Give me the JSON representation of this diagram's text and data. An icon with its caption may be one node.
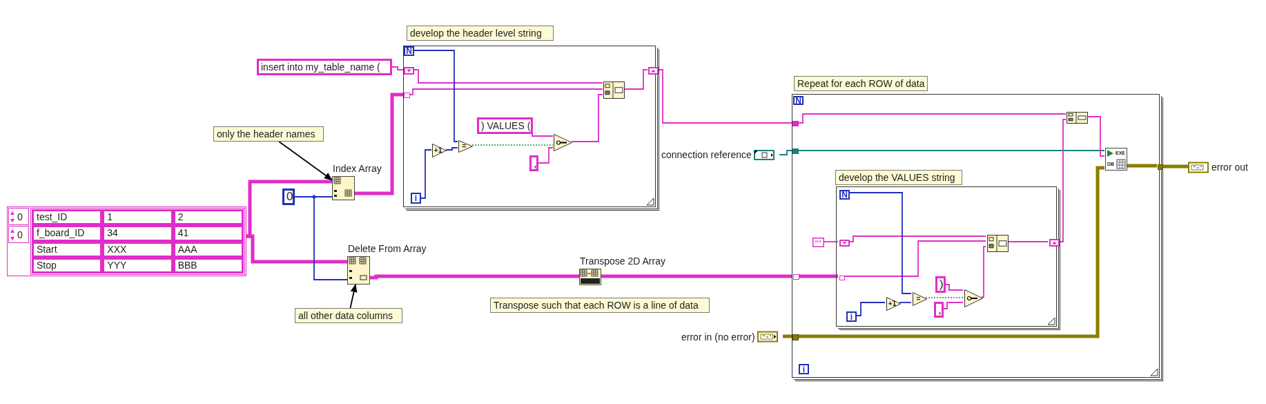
{
  "diagram": {
    "nodes": [
      {
        "text": [
          "0",
          "0",
          "test_ID",
          "1",
          "2",
          "f_board_ID",
          "34",
          "41",
          "Start",
          "XXX",
          "AAA",
          "Stop",
          "YYY",
          "BBB"
        ]
      },
      {
        "text": [
          "only the header names"
        ]
      },
      {
        "text": [],
        "shape": "box",
        "beside": [
          "Index Array"
        ]
      },
      {
        "text": [
          "0"
        ]
      },
      {
        "text": [
          "insert into my_table_name ("
        ]
      },
      {
        "text": [],
        "shape": "box",
        "beside": [
          "Delete From Array"
        ]
      },
      {
        "text": [
          "all other data columns"
        ]
      },
      {
        "text": [],
        "shape": "box"
      },
      {
        "text": [
          "N"
        ],
        "in": 7
      },
      {
        "text": [],
        "shape": "box",
        "in": 7
      },
      {
        "text": [],
        "shape": "box",
        "in": 7
      },
      {
        "text": [
          "+1"
        ],
        "in": 7
      },
      {
        "text": [
          "="
        ],
        "in": 7
      },
      {
        "text": [
          ") VALUES ("
        ],
        "in": 7
      },
      {
        "text": [
          ","
        ],
        "in": 7
      },
      {
        "text": [],
        "shape": "triangle",
        "in": 7
      },
      {
        "text": [],
        "shape": "box",
        "in": 7
      },
      {
        "text": [],
        "shape": "box",
        "in": 7
      },
      {
        "text": [
          "i"
        ],
        "in": 7
      },
      {
        "text": [],
        "shape": "box"
      },
      {
        "text": [
          "connection reference"
        ]
      },
      {
        "text": [
          "error in (no error)"
        ]
      },
      {
        "text": [],
        "shape": "box",
        "beside": [
          "Transpose 2D Array"
        ]
      },
      {
        "text": [
          "Transpose such that each ROW is a line of data"
        ]
      },
      {
        "text": [
          "N"
        ],
        "in": 19
      },
      {
        "text": [],
        "shape": "box",
        "in": 19
      },
      {
        "text": [],
        "shape": "box",
        "in": 19
      },
      {
        "text": [],
        "shape": "box",
        "in": 19
      },
      {
        "text": [],
        "shape": "box",
        "in": 19
      },
      {
        "text": [],
        "shape": "box",
        "in": 19
      },
      {
        "text": [
          "EXE",
          "DB"
        ],
        "in": 19
      },
      {
        "text": [],
        "shape": "box",
        "in": 19
      },
      {
        "text": [
          "error out"
        ]
      },
      {
        "text": [],
        "shape": "box",
        "in": 19
      },
      {
        "text": [
          "N"
        ],
        "in": 33
      },
      {
        "text": [],
        "shape": "box",
        "in": 19
      },
      {
        "text": [],
        "shape": "box",
        "in": 33
      },
      {
        "text": [],
        "shape": "box",
        "in": 33
      },
      {
        "text": [
          "+1"
        ],
        "in": 33
      },
      {
        "text": [
          "="
        ],
        "in": 33
      },
      {
        "text": [
          ")"
        ],
        "in": 33
      },
      {
        "text": [
          ","
        ],
        "in": 33
      },
      {
        "text": [],
        "shape": "triangle",
        "in": 33
      },
      {
        "text": [],
        "shape": "box",
        "in": 33
      },
      {
        "text": [],
        "shape": "box",
        "in": 33
      },
      {
        "text": [
          "i"
        ],
        "in": 33
      },
      {
        "text": [
          "i"
        ],
        "in": 19
      },
      {
        "text": [
          "develop the header level string"
        ]
      },
      {
        "text": [
          "Repeat for each ROW of data"
        ]
      },
      {
        "text": [
          "develop the VALUES string"
        ],
        "in": 19
      }
    ],
    "edges": [
      {
        "from": 0,
        "to": 2,
        "arrow": "none",
        "style": "thick"
      },
      {
        "from": 0,
        "to": 5,
        "arrow": "none",
        "style": "thick"
      },
      {
        "from": 3,
        "to": 2,
        "arrow": "none",
        "color": "#2030b8"
      },
      {
        "from": 3,
        "to": 5,
        "arrow": "none",
        "color": "#2030b8"
      },
      {
        "from": 1,
        "to": 2,
        "arrow": "to",
        "color": "#000000"
      },
      {
        "from": 6,
        "to": 5,
        "arrow": "to",
        "color": "#000000"
      },
      {
        "from": 2,
        "to": 10,
        "arrow": "none",
        "style": "thick"
      },
      {
        "from": 4,
        "to": 9,
        "arrow": "none"
      },
      {
        "from": 9,
        "to": 16,
        "arrow": "none"
      },
      {
        "from": 10,
        "to": 16,
        "arrow": "none"
      },
      {
        "from": 8,
        "to": 12,
        "arrow": "none",
        "color": "#2030b8"
      },
      {
        "from": 18,
        "to": 11,
        "arrow": "none",
        "color": "#2030b8"
      },
      {
        "from": 11,
        "to": 12,
        "arrow": "none",
        "color": "#2030b8"
      },
      {
        "from": 12,
        "to": 15,
        "arrow": "none",
        "style": "dashed",
        "color": "#1f8a2a"
      },
      {
        "from": 13,
        "to": 15,
        "arrow": "none"
      },
      {
        "from": 14,
        "to": 15,
        "arrow": "none"
      },
      {
        "from": 15,
        "to": 16,
        "arrow": "none"
      },
      {
        "from": 16,
        "to": 17,
        "arrow": "none"
      },
      {
        "from": 17,
        "to": 25,
        "arrow": "none"
      },
      {
        "from": 20,
        "to": 26,
        "arrow": "none",
        "color": "#1a7f80"
      },
      {
        "from": 21,
        "to": 28,
        "arrow": "none",
        "style": "thick",
        "color": "#8a7d00"
      },
      {
        "from": 5,
        "to": 22,
        "arrow": "none",
        "style": "thick"
      },
      {
        "from": 22,
        "to": 27,
        "arrow": "none",
        "style": "thick"
      },
      {
        "from": 27,
        "to": 37,
        "arrow": "none",
        "style": "thick"
      },
      {
        "from": 25,
        "to": 29,
        "arrow": "none"
      },
      {
        "from": 26,
        "to": 30,
        "arrow": "none",
        "color": "#1a7f80"
      },
      {
        "from": 29,
        "to": 30,
        "arrow": "none"
      },
      {
        "from": 28,
        "to": 30,
        "arrow": "none",
        "style": "thick",
        "color": "#8a7d00"
      },
      {
        "from": 30,
        "to": 31,
        "arrow": "none",
        "style": "thick",
        "color": "#8a7d00"
      },
      {
        "from": 31,
        "to": 32,
        "arrow": "none",
        "style": "thick",
        "color": "#8a7d00"
      },
      {
        "from": 35,
        "to": 36,
        "arrow": "none"
      },
      {
        "from": 36,
        "to": 43,
        "arrow": "none"
      },
      {
        "from": 37,
        "to": 43,
        "arrow": "none"
      },
      {
        "from": 34,
        "to": 39,
        "arrow": "none",
        "color": "#2030b8"
      },
      {
        "from": 45,
        "to": 38,
        "arrow": "none",
        "color": "#2030b8"
      },
      {
        "from": 38,
        "to": 39,
        "arrow": "none",
        "color": "#2030b8"
      },
      {
        "from": 39,
        "to": 42,
        "arrow": "none",
        "style": "dashed",
        "color": "#1f8a2a"
      },
      {
        "from": 40,
        "to": 42,
        "arrow": "none"
      },
      {
        "from": 41,
        "to": 42,
        "arrow": "none"
      },
      {
        "from": 42,
        "to": 43,
        "arrow": "none"
      },
      {
        "from": 43,
        "to": 44,
        "arrow": "none"
      },
      {
        "from": 44,
        "to": 29,
        "arrow": "none"
      }
    ]
  }
}
